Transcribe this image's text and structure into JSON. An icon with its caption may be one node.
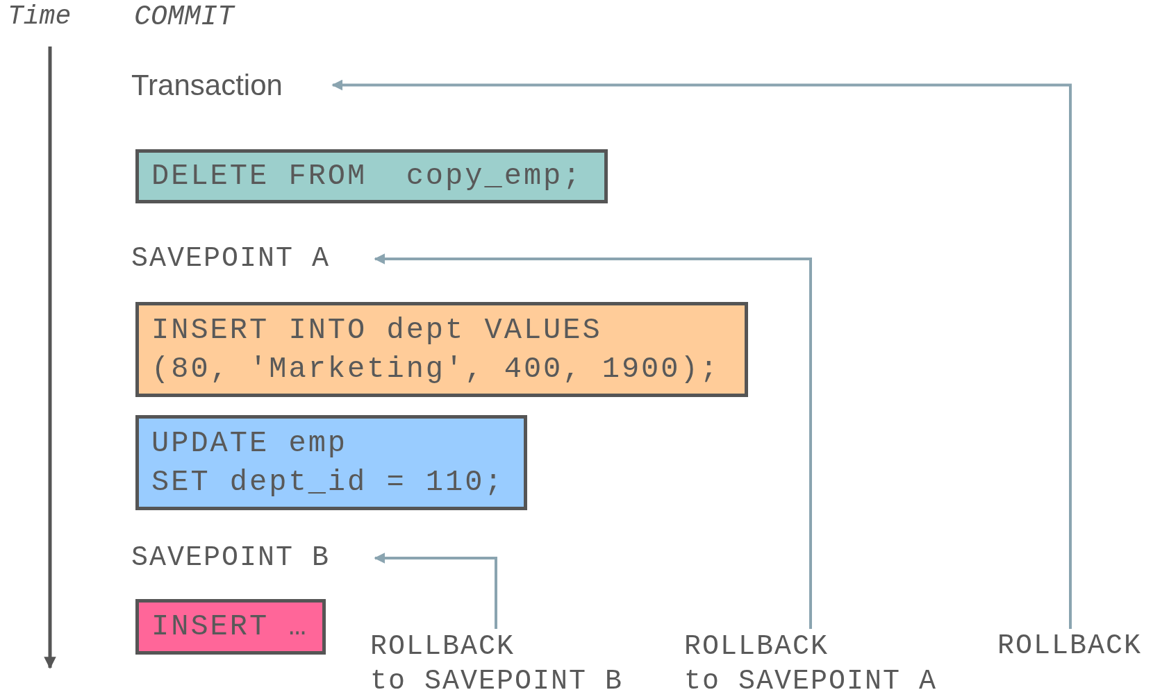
{
  "diagram": {
    "nodes": [
      {
        "text": [
          "Transaction"
        ]
      },
      {
        "text": [
          "DELETE FROM  copy_emp;"
        ]
      },
      {
        "text": [
          "SAVEPOINT A"
        ]
      },
      {
        "text": [
          "INSERT INTO dept VALUES",
          "(80, 'Marketing', 400, 1900);"
        ]
      },
      {
        "text": [
          "UPDATE emp",
          "SET dept_id = 110;"
        ]
      },
      {
        "text": [
          "SAVEPOINT B"
        ]
      },
      {
        "text": [
          "INSERT …"
        ]
      },
      {
        "text": [
          "ROLLBACK",
          "to SAVEPOINT B"
        ]
      },
      {
        "text": [
          "ROLLBACK",
          "to SAVEPOINT A"
        ]
      },
      {
        "text": [
          "ROLLBACK"
        ]
      }
    ],
    "edges": [
      {
        "from": 9,
        "to": 0,
        "arrow": "to"
      },
      {
        "from": 8,
        "to": 2,
        "arrow": "to"
      },
      {
        "from": 7,
        "to": 5,
        "arrow": "to"
      }
    ],
    "labels": [
      "Time",
      "COMMIT"
    ]
  }
}
